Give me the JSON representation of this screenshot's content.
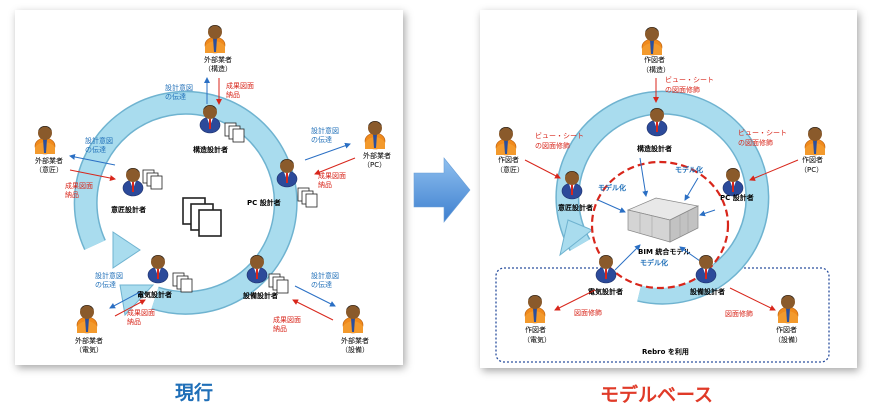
{
  "colors": {
    "blue_text": "#1f6fb8",
    "red_text": "#d8261b",
    "cycle": "#9fd3e6",
    "cycle_stroke": "#6fb3d0",
    "center_arrow": "#5b95d6"
  },
  "left": {
    "caption": "現行",
    "roles": {
      "structure": "構造設計者",
      "pc": "PC 設計者",
      "design": "意匠設計者",
      "electrical": "電気設計者",
      "equipment": "設備設計者"
    },
    "outside": {
      "structure": [
        "外部業者",
        "（構造）"
      ],
      "design": [
        "外部業者",
        "（意匠）"
      ],
      "pc": [
        "外部業者",
        "（PC）"
      ],
      "electrical": [
        "外部業者",
        "（電気）"
      ],
      "equipment": [
        "外部業者",
        "（設備）"
      ]
    },
    "flows": {
      "intent": [
        "設計意図",
        "の伝達"
      ],
      "deliverable": [
        "成果図面",
        "納品"
      ]
    }
  },
  "right": {
    "caption": "モデルベース",
    "roles": {
      "structure": "構造設計者",
      "pc": "PC 設計者",
      "design": "意匠設計者",
      "electrical": "電気設計者",
      "equipment": "設備設計者"
    },
    "outside": {
      "structure": [
        "作図者",
        "（構造）"
      ],
      "design": [
        "作図者",
        "（意匠）"
      ],
      "pc": [
        "作図者",
        "（PC）"
      ],
      "electrical": [
        "作図者",
        "（電気）"
      ],
      "equipment": [
        "作図者",
        "（設備）"
      ]
    },
    "flows": {
      "view_sheet": [
        "ビュー・シート",
        "の図面修飾"
      ],
      "drawing_edit": "図面修飾"
    },
    "model_label": "モデル化",
    "bim_model": "BIM 統合モデル",
    "rebro": "Rebro を利用"
  }
}
